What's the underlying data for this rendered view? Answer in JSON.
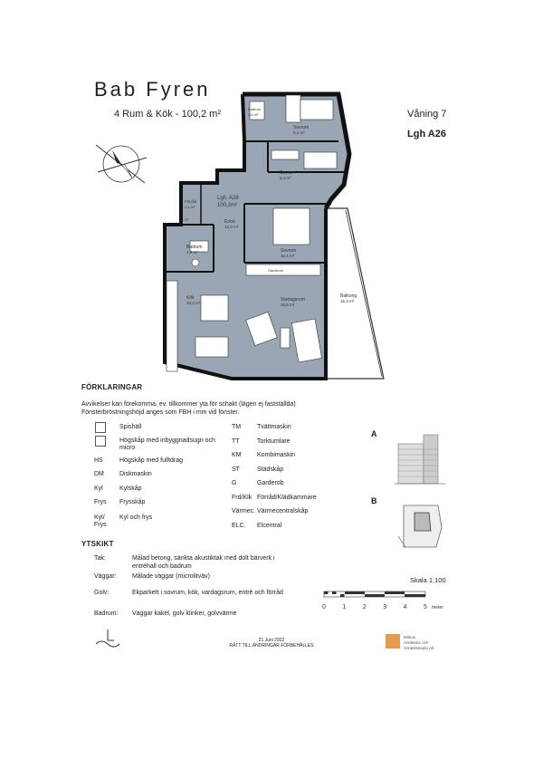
{
  "header": {
    "title": "Bab Fyren",
    "subtitle": "4 Rum & Kök - 100,2 m²",
    "floor": "Våning 7",
    "unit": "Lgh A26"
  },
  "plan": {
    "apartment_label": "Lgh. A26",
    "apartment_area": "100,2m²",
    "rooms": [
      {
        "name": "Sovrum",
        "area": "9,4 m²"
      },
      {
        "name": "Sovrum",
        "area": "8,4 m²"
      },
      {
        "name": "Sovrum",
        "area": "16,1 m²"
      },
      {
        "name": "Entré",
        "area": "13,0 m²"
      },
      {
        "name": "Badrum",
        "area": "4,9 m²"
      },
      {
        "name": "Kök",
        "area": "18,3 m²"
      },
      {
        "name": "Vardagsrum",
        "area": "26,5 m²"
      },
      {
        "name": "Balkong",
        "area": "16,3 m²"
      },
      {
        "name": "Förråd",
        "area": "4,4 m²"
      },
      {
        "name": "Badrum",
        "area": "1,6 m²"
      }
    ],
    "labels": {
      "garderob": "Garderob",
      "kombi": "Kombi-\nmaskin",
      "st": "ST"
    }
  },
  "legend": {
    "title": "FÖRKLARINGAR",
    "notes": [
      "Avvikelser kan förekomma, ev. tillkommer yta för schakt (lägen ej fastställda)",
      "Fönsterbröstningshöjd anges som FBH i mm vid fönster."
    ],
    "left": [
      {
        "code": "",
        "icon": "stove-icon",
        "text": "Spishäll"
      },
      {
        "code": "",
        "icon": "oven-icon",
        "text": "Högskåp med inbyggnadsugn och micro"
      },
      {
        "code": "HS",
        "icon": "",
        "text": "Högskåp med fulltdrag"
      },
      {
        "code": "DM",
        "icon": "",
        "text": "Diskmaskin"
      },
      {
        "code": "Kyl",
        "icon": "",
        "text": "Kylskåp"
      },
      {
        "code": "Frys",
        "icon": "",
        "text": "Frysskåp"
      },
      {
        "code": "Kyl/ Frys",
        "icon": "",
        "text": "Kyl och frys"
      }
    ],
    "right": [
      {
        "code": "TM",
        "text": "Tvättmaskin"
      },
      {
        "code": "TT",
        "text": "Torktumlare"
      },
      {
        "code": "KM",
        "text": "Kombimaskin"
      },
      {
        "code": "ST",
        "text": "Städskåp"
      },
      {
        "code": "G",
        "text": "Garderob"
      },
      {
        "code": "Frd/Klk",
        "text": "Förråd/Klädkammare"
      },
      {
        "code": "Värmec.",
        "text": "Värmecentralskåp"
      },
      {
        "code": "ELC.",
        "text": "Elcentral"
      }
    ]
  },
  "finishes": {
    "title": "YTSKIKT",
    "rows": [
      {
        "label": "Tak:",
        "text": "Målad betong, sänkta akustiktak med dolt bärverk i entréhall och badrum"
      },
      {
        "label": "Väggar:",
        "text": "Målade väggar (microlitväv)"
      },
      {
        "label": "Golv:",
        "text": "Ekparkett i sovrum, kök, vardagsrum, entré och förråd"
      },
      {
        "label": "Badrum:",
        "text": "Väggar kakel, golv klinker, golvvärme"
      }
    ]
  },
  "keyplans": {
    "a": "A",
    "b": "B"
  },
  "scale": {
    "label": "Skala 1:100",
    "ticks": [
      "0",
      "1",
      "2",
      "3",
      "4",
      "5"
    ],
    "unit": "meter"
  },
  "footer": {
    "date": "21 Juni 2022",
    "disclaimer": "RÄTT TILL ÄNDRINGAR FÖRBEHÅLLES",
    "company": "Mirkos\nArkitektur och\nArkitektstudio Ab"
  },
  "colors": {
    "floor": "#9aa6b4",
    "floor_dark": "#8c98a6",
    "wall": "#111111",
    "logo": "#e39b4c"
  }
}
